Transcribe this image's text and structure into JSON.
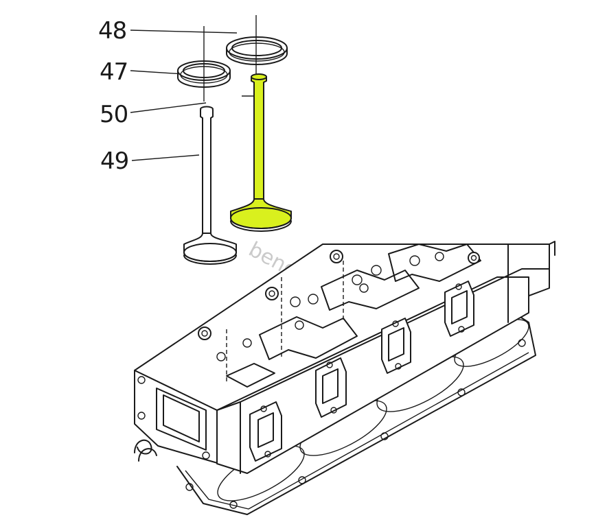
{
  "callouts": {
    "c48": "48",
    "c47": "47",
    "c50": "50",
    "c49": "49"
  },
  "watermark": "bendona.sk",
  "colors": {
    "highlight": "#d9f01e",
    "line": "#1a1a1a"
  }
}
